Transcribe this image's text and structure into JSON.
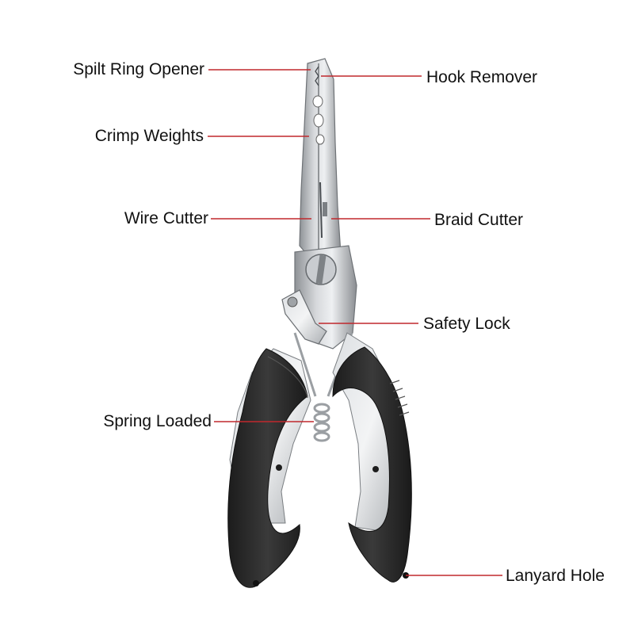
{
  "diagram": {
    "subject": "fishing pliers",
    "colors": {
      "leader_line": "#c0282d",
      "label_text": "#111111",
      "steel": "#b9bcc0",
      "grip_black": "#2b2b2b",
      "background": "#ffffff"
    },
    "callouts": {
      "split_ring_opener": "Spilt Ring Opener",
      "hook_remover": "Hook Remover",
      "crimp_weights": "Crimp Weights",
      "wire_cutter": "Wire Cutter",
      "braid_cutter": "Braid Cutter",
      "safety_lock": "Safety Lock",
      "spring_loaded": "Spring Loaded",
      "lanyard_hole": "Lanyard Hole"
    }
  }
}
